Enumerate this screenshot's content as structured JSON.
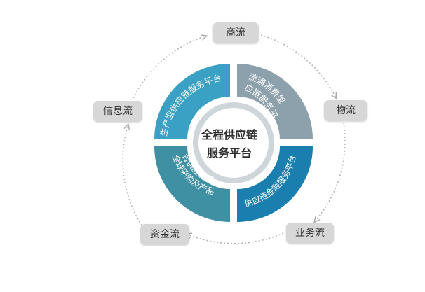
{
  "diagram": {
    "center": {
      "line1": "全程供应链",
      "line2": "服务平台"
    },
    "segments": [
      {
        "key": "top-left",
        "line1": "生产型供应链服务平台",
        "line2": ""
      },
      {
        "key": "top-right",
        "line1": "流通消费型",
        "line2": "供应链服务平台"
      },
      {
        "key": "bottom-right",
        "line1": "供应链金融服务平台",
        "line2": ""
      },
      {
        "key": "bottom-left",
        "line1": "全球采购及产品",
        "line2": "整合供应链服务"
      }
    ],
    "flows": {
      "shang": "商流",
      "wu": "物流",
      "yewu": "业务流",
      "zijin": "资金流",
      "xinxi": "信息流"
    },
    "colors": {
      "top_left": "#3aa0c4",
      "top_right": "#8da1ac",
      "bottom_right": "#1a7fae",
      "bottom_left": "#3f90a3",
      "inner_ring": "#cfd6da",
      "node_bg": "#d7d7d7",
      "dotted_circle": "#b0b0b0"
    }
  }
}
